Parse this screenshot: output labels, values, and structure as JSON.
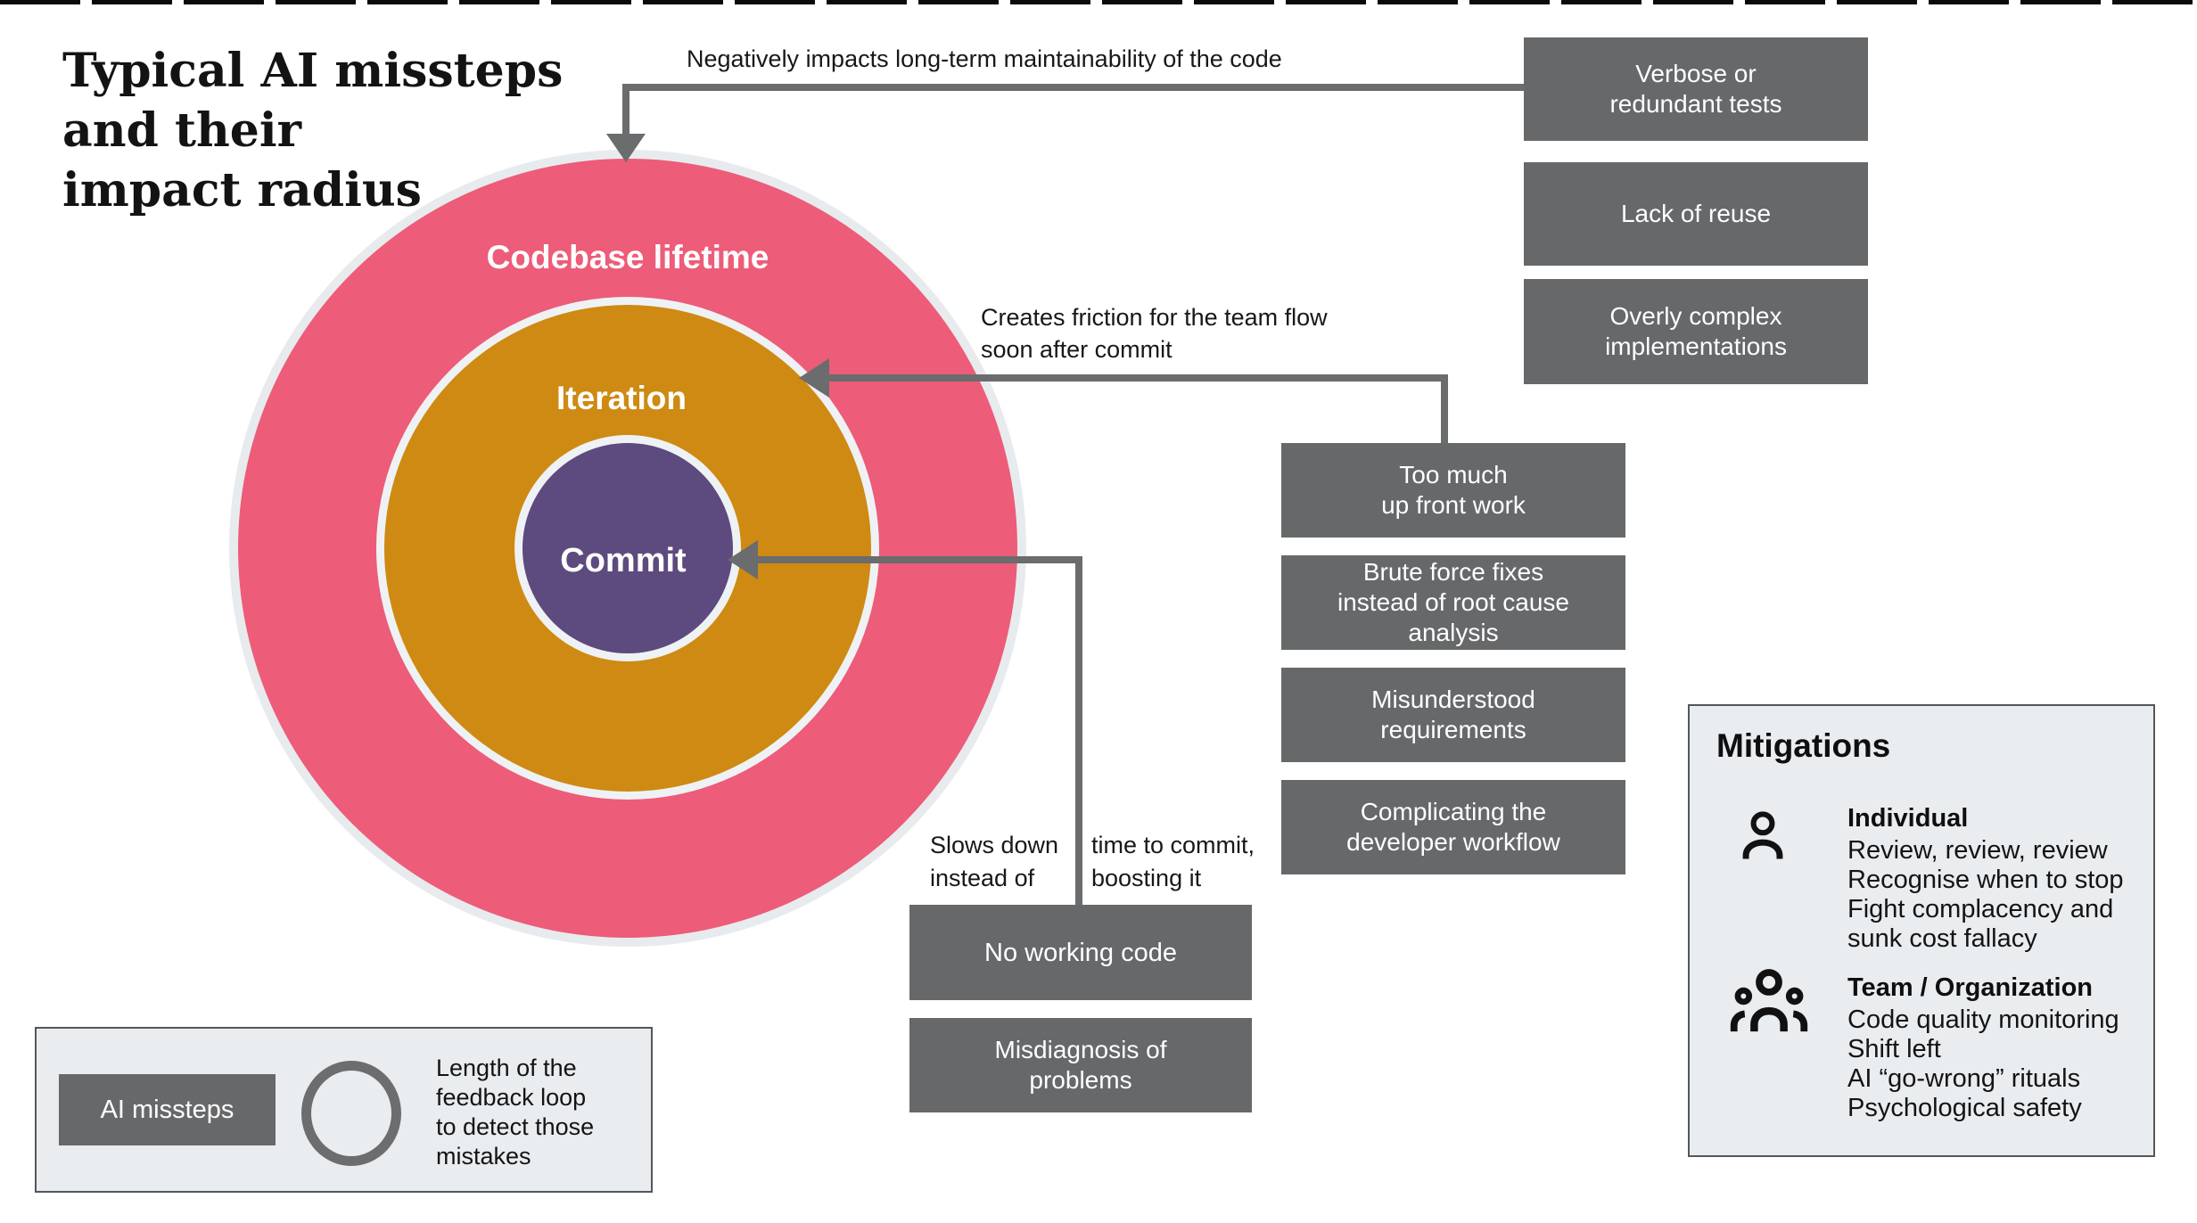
{
  "title": "Typical AI missteps\nand their\nimpact radius",
  "diagram": {
    "rings": [
      {
        "label": "Codebase lifetime",
        "color": "#ED5C78"
      },
      {
        "label": "Iteration",
        "color": "#CE8A12"
      },
      {
        "label": "Commit",
        "color": "#5D4A7E"
      }
    ]
  },
  "annotations": {
    "maintainability": "Negatively impacts long-term maintainability of the code",
    "friction": "Creates friction for the team flow\nsoon after commit",
    "slowdown_left": "Slows down\ninstead of",
    "slowdown_right": "time to commit,\nboosting it"
  },
  "missteps": {
    "codebase": [
      "Verbose or\nredundant tests",
      "Lack of reuse",
      "Overly complex\nimplementations"
    ],
    "iteration": [
      "Too much\nup front work",
      "Brute force fixes\ninstead of root cause\nanalysis",
      "Misunderstood\nrequirements",
      "Complicating the\ndeveloper workflow"
    ],
    "commit": [
      "No working code",
      "Misdiagnosis of\nproblems"
    ]
  },
  "legend": {
    "chip": "AI missteps",
    "ring_icon": "feedback-loop-ring",
    "description": "Length of the\nfeedback loop\nto detect those\nmistakes"
  },
  "mitigations": {
    "title": "Mitigations",
    "individual": {
      "icon": "person-icon",
      "heading": "Individual",
      "items": "Review, review, review\nRecognise when to stop\nFight complacency and\nsunk cost fallacy"
    },
    "team": {
      "icon": "team-icon",
      "heading": "Team / Organization",
      "items": "Code quality monitoring\nShift left\nAI “go-wrong” rituals\nPsychological safety"
    }
  },
  "colors": {
    "ring_codebase": "#ED5C78",
    "ring_iteration": "#CE8A12",
    "ring_commit": "#5D4A7E",
    "misstep_box": "#66686A",
    "arrow": "#6A6C6D",
    "panel_bg": "#E9EDF0",
    "panel_border": "#54565A"
  }
}
